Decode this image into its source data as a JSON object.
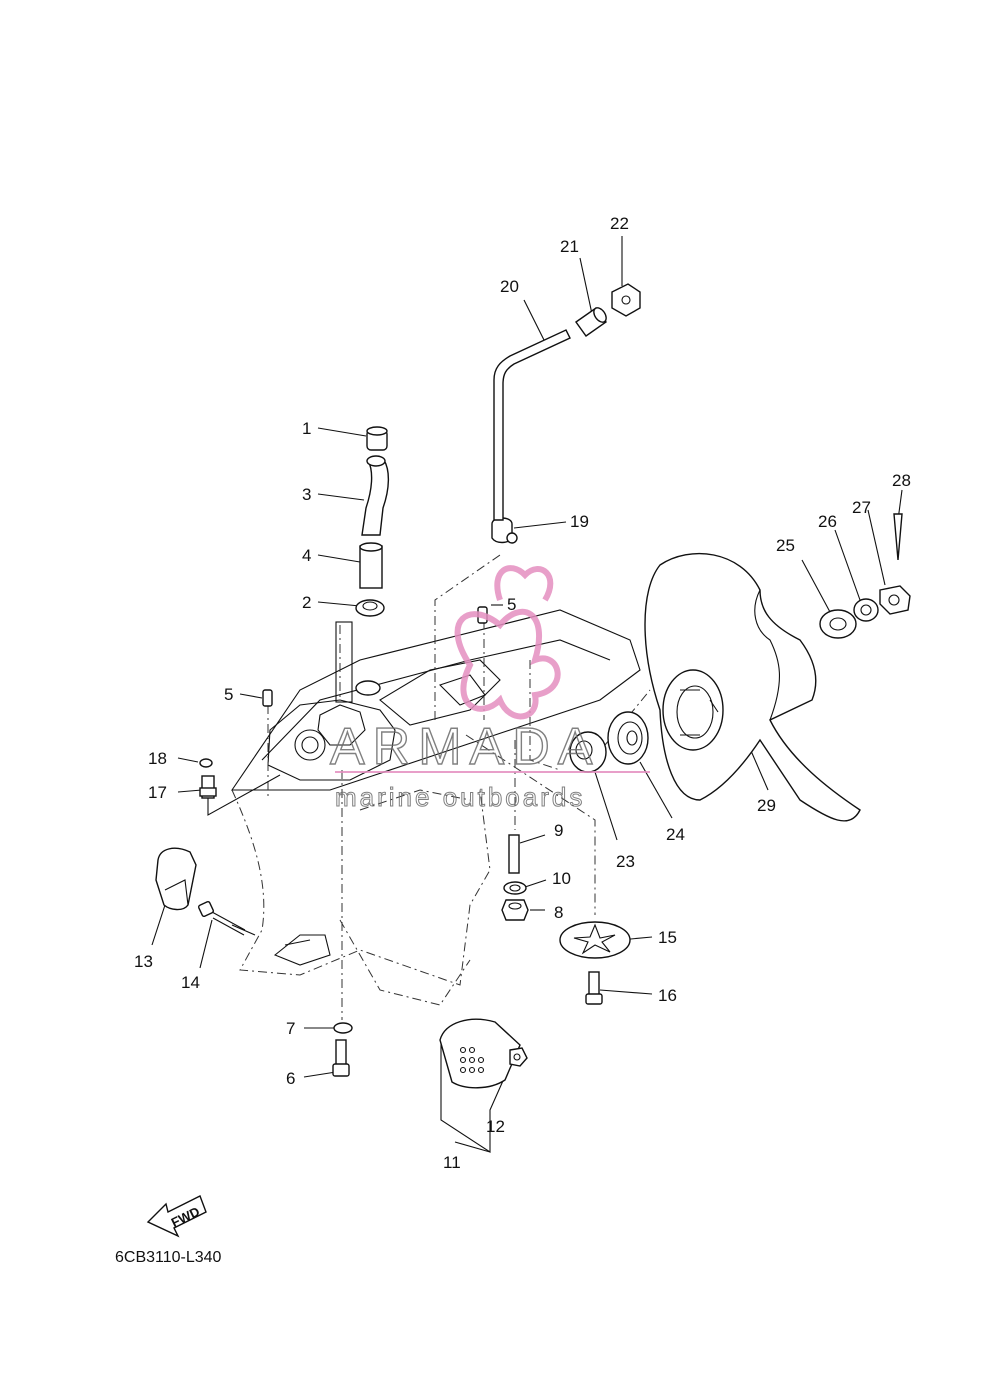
{
  "diagram_code": "6CB3110-L340",
  "fwd_label": "FWD",
  "watermark": {
    "brand": "ARMADA",
    "tagline": "marine outboards",
    "logo_color": "#e58fc0"
  },
  "callouts": [
    {
      "id": "c1",
      "text": "1"
    },
    {
      "id": "c2",
      "text": "2"
    },
    {
      "id": "c3",
      "text": "3"
    },
    {
      "id": "c4",
      "text": "4"
    },
    {
      "id": "c5a",
      "text": "5"
    },
    {
      "id": "c5b",
      "text": "5"
    },
    {
      "id": "c6",
      "text": "6"
    },
    {
      "id": "c7",
      "text": "7"
    },
    {
      "id": "c8",
      "text": "8"
    },
    {
      "id": "c9",
      "text": "9"
    },
    {
      "id": "c10",
      "text": "10"
    },
    {
      "id": "c11",
      "text": "11"
    },
    {
      "id": "c12",
      "text": "12"
    },
    {
      "id": "c13",
      "text": "13"
    },
    {
      "id": "c14",
      "text": "14"
    },
    {
      "id": "c15",
      "text": "15"
    },
    {
      "id": "c16",
      "text": "16"
    },
    {
      "id": "c17",
      "text": "17"
    },
    {
      "id": "c18",
      "text": "18"
    },
    {
      "id": "c19",
      "text": "19"
    },
    {
      "id": "c20",
      "text": "20"
    },
    {
      "id": "c21",
      "text": "21"
    },
    {
      "id": "c22",
      "text": "22"
    },
    {
      "id": "c23",
      "text": "23"
    },
    {
      "id": "c24",
      "text": "24"
    },
    {
      "id": "c25",
      "text": "25"
    },
    {
      "id": "c26",
      "text": "26"
    },
    {
      "id": "c27",
      "text": "27"
    },
    {
      "id": "c28",
      "text": "28"
    },
    {
      "id": "c29",
      "text": "29"
    }
  ]
}
